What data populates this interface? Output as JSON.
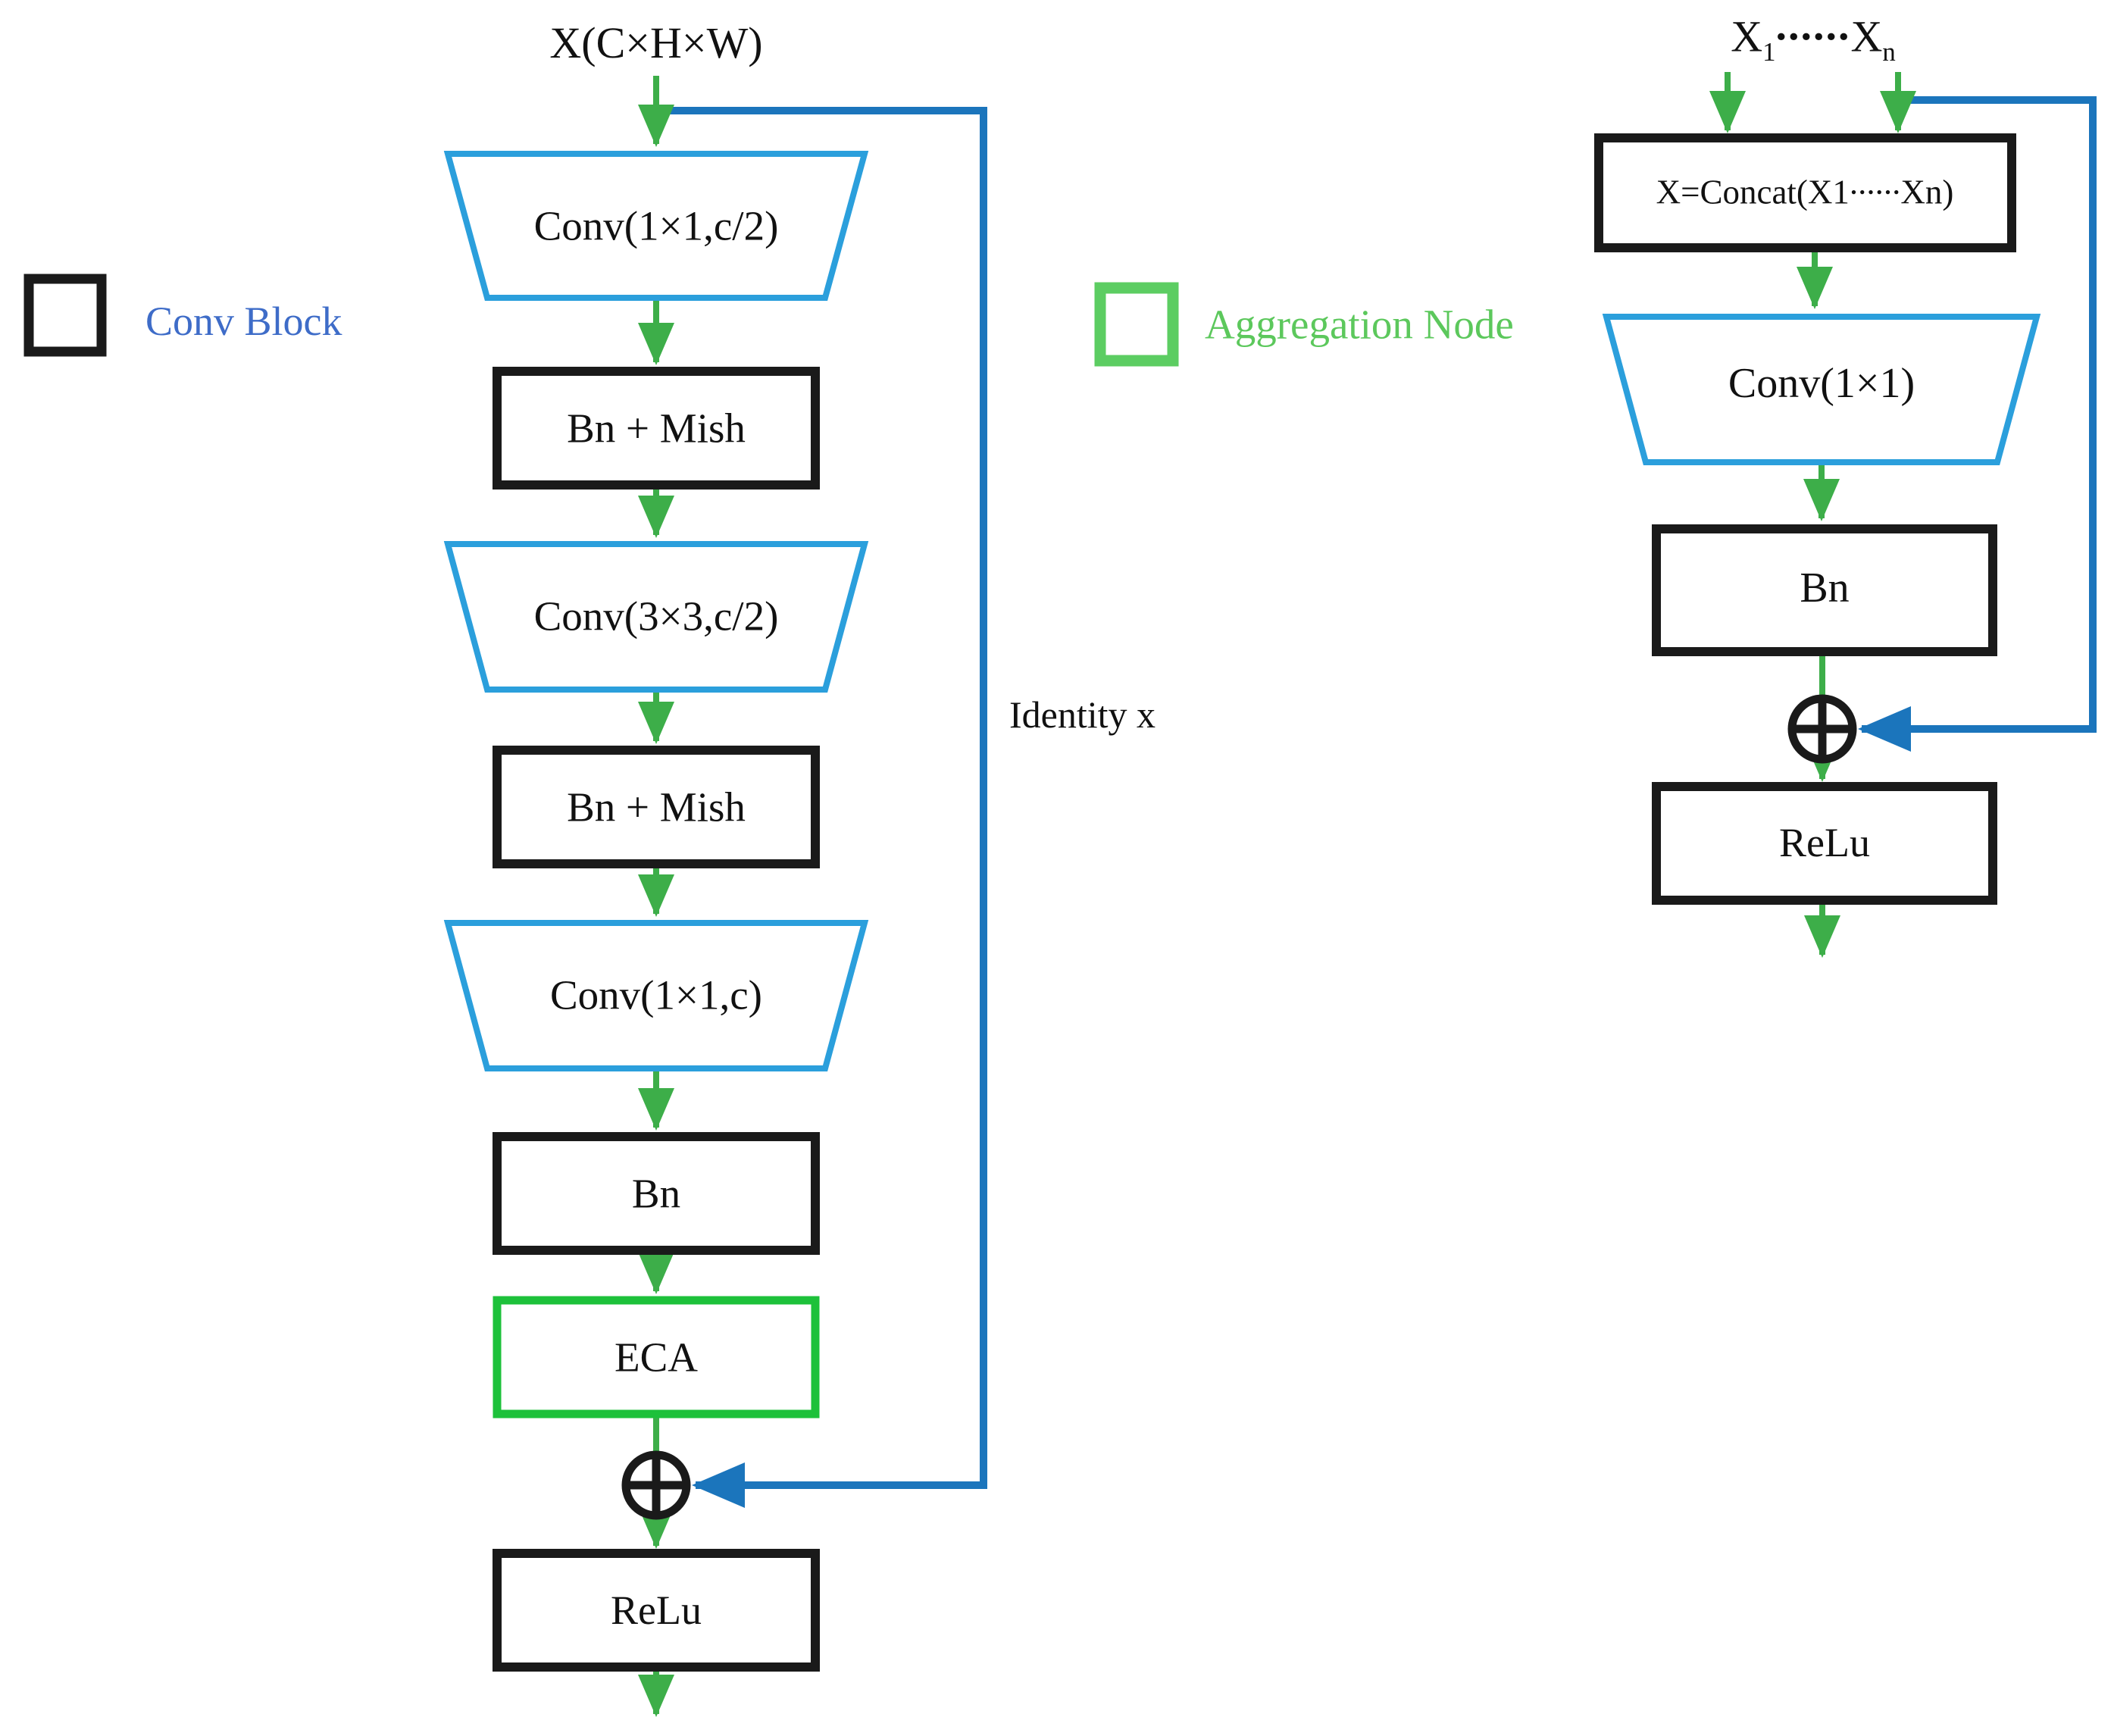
{
  "figure": {
    "type": "neural-network-architecture-diagram",
    "background": "#ffffff"
  },
  "colors": {
    "arrow_green": "#3DAE49",
    "identity_blue": "#1B75BC",
    "conv_trapezoid_blue": "#2B9FDC",
    "block_border_black": "#1A1A1A",
    "eca_border_green": "#1DC13A",
    "legend_conv_text_blue": "#3E6CC8",
    "legend_aggregation_green": "#5CC85C"
  },
  "legend": {
    "conv_block": {
      "label": "Conv Block",
      "swatch": "black-outlined-square"
    },
    "aggregation_node": {
      "label": "Aggregation Node",
      "swatch": "green-outlined-square"
    }
  },
  "left_diagram": {
    "input_label": "X(C×H×W)",
    "identity_label": "Identity x",
    "sum_icon": "circled-plus",
    "nodes": [
      {
        "label": "Conv(1×1,c/2)",
        "shape": "trapezoid"
      },
      {
        "label": "Bn + Mish",
        "shape": "rectangle"
      },
      {
        "label": "Conv(3×3,c/2)",
        "shape": "trapezoid"
      },
      {
        "label": "Bn + Mish",
        "shape": "rectangle"
      },
      {
        "label": "Conv(1×1,c)",
        "shape": "trapezoid"
      },
      {
        "label": "Bn",
        "shape": "rectangle"
      },
      {
        "label": "ECA",
        "shape": "rectangle-green"
      },
      {
        "label": "ReLu",
        "shape": "rectangle"
      }
    ]
  },
  "right_diagram": {
    "input": {
      "x1": "X",
      "sub1": "1",
      "dots": "∙∙∙∙∙∙",
      "x2": "X",
      "sub2": "n"
    },
    "sum_icon": "circled-plus",
    "nodes": [
      {
        "label": "X=Concat(X1∙∙∙∙∙∙Xn)",
        "shape": "rectangle"
      },
      {
        "label": "Conv(1×1)",
        "shape": "trapezoid"
      },
      {
        "label": "Bn",
        "shape": "rectangle"
      },
      {
        "label": "ReLu",
        "shape": "rectangle"
      }
    ]
  }
}
